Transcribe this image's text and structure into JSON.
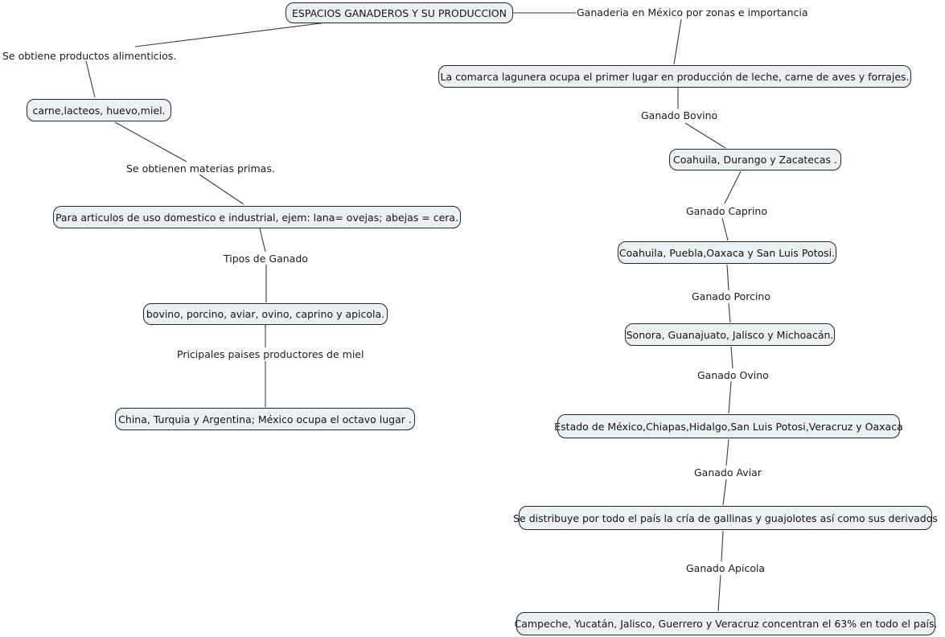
{
  "diagram": {
    "type": "concept-map",
    "colors": {
      "background": "#ffffff",
      "concept_fill": "#eaf1f4",
      "concept_border": "#262626",
      "connector_line": "#3b3b3b",
      "text": "#141414"
    },
    "nodes": {
      "root": "ESPACIOS GANADEROS Y SU PRODUCCION",
      "zonas": "Ganaderia en México por zonas e importancia",
      "alimenticios": "Se obtiene productos alimenticios.",
      "carne": "carne,lacteos, huevo,miel.",
      "materias": "Se obtienen materias primas.",
      "articulos": "Para articulos de uso domestico e industrial, ejem: lana= ovejas; abejas = cera.",
      "tipos_label": "Tipos de Ganado",
      "tipos": "bovino, porcino, aviar, ovino, caprino y apicola.",
      "miel_label": "Pricipales paises productores de miel",
      "miel": "China, Turquia y Argentina; México ocupa el octavo lugar .",
      "comarca": "La comarca lagunera ocupa el primer lugar en producción de leche, carne de aves y forrajes.",
      "bovino_label": "Ganado Bovino",
      "bovino": "Coahuila, Durango y Zacatecas .",
      "caprino_label": "Ganado Caprino",
      "caprino": "Coahuila, Puebla,Oaxaca y San Luis Potosi.",
      "porcino_label": "Ganado Porcino",
      "porcino": "Sonora, Guanajuato, Jalisco y Michoacán.",
      "ovino_label": "Ganado Ovino",
      "ovino": "Estado de México,Chiapas,Hidalgo,San Luis Potosi,Veracruz y Oaxaca",
      "aviar_label": "Ganado Aviar",
      "aviar": "Se distribuye por todo el país la cría de gallinas y guajolotes así como sus derivados",
      "apicola_label": "Ganado Apicola",
      "apicola": "Campeche, Yucatán, Jalisco, Guerrero y Veracruz concentran el 63% en todo el país."
    },
    "edges": [
      [
        "root",
        "zonas"
      ],
      [
        "root",
        "alimenticios"
      ],
      [
        "alimenticios",
        "carne"
      ],
      [
        "carne",
        "materias"
      ],
      [
        "materias",
        "articulos"
      ],
      [
        "articulos",
        "tipos_label"
      ],
      [
        "tipos_label",
        "tipos"
      ],
      [
        "tipos",
        "miel_label"
      ],
      [
        "miel_label",
        "miel"
      ],
      [
        "zonas",
        "comarca"
      ],
      [
        "comarca",
        "bovino_label"
      ],
      [
        "bovino_label",
        "bovino"
      ],
      [
        "bovino",
        "caprino_label"
      ],
      [
        "caprino_label",
        "caprino"
      ],
      [
        "caprino",
        "porcino_label"
      ],
      [
        "porcino_label",
        "porcino"
      ],
      [
        "porcino",
        "ovino_label"
      ],
      [
        "ovino_label",
        "ovino"
      ],
      [
        "ovino",
        "aviar_label"
      ],
      [
        "aviar_label",
        "aviar"
      ],
      [
        "aviar",
        "apicola_label"
      ],
      [
        "apicola_label",
        "apicola"
      ]
    ]
  }
}
